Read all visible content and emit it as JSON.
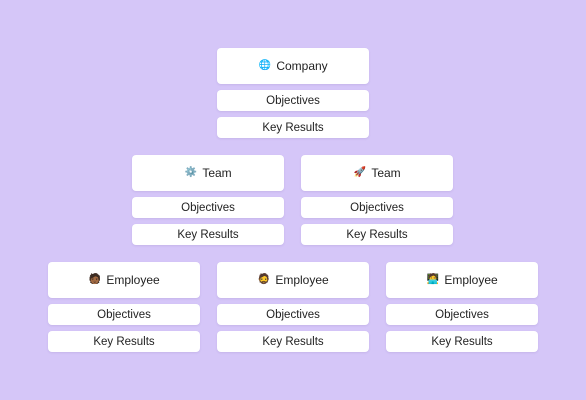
{
  "company": {
    "title": "Company",
    "icon": "globe-icon",
    "objectives": "Objectives",
    "key_results": "Key Results"
  },
  "teams": [
    {
      "title": "Team",
      "icon": "gear-icon",
      "objectives": "Objectives",
      "key_results": "Key Results"
    },
    {
      "title": "Team",
      "icon": "rocket-icon",
      "objectives": "Objectives",
      "key_results": "Key Results"
    }
  ],
  "employees": [
    {
      "title": "Employee",
      "icon": "person-face-icon",
      "objectives": "Objectives",
      "key_results": "Key Results"
    },
    {
      "title": "Employee",
      "icon": "bearded-face-icon",
      "objectives": "Objectives",
      "key_results": "Key Results"
    },
    {
      "title": "Employee",
      "icon": "person-at-laptop-icon",
      "objectives": "Objectives",
      "key_results": "Key Results"
    }
  ],
  "colors": {
    "background": "#d5c6f8",
    "card": "#ffffff",
    "text": "#1f1f1f"
  }
}
